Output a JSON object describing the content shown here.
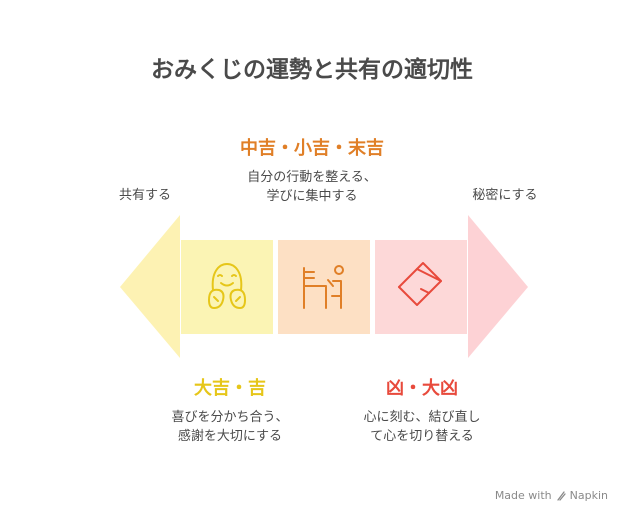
{
  "title": "おみくじの運勢と共有の適切性",
  "spectrum": {
    "left_label": "共有する",
    "right_label": "秘密にする"
  },
  "categories": [
    {
      "heading": "大吉・吉",
      "description": "喜びを分かち合う、\n感謝を大切にする",
      "color": "#e6c619",
      "fill": "#fbf4b4",
      "icon": "hugging-face-icon"
    },
    {
      "heading": "中吉・小吉・末吉",
      "description": "自分の行動を整える、\n学びに集中する",
      "color": "#e07f27",
      "fill": "#fde0c4",
      "icon": "person-at-desk-icon"
    },
    {
      "heading": "凶・大凶",
      "description": "心に刻む、結び直し\nて心を切り替える",
      "color": "#e84a3c",
      "fill": "#fdd8d8",
      "icon": "tied-paper-icon"
    }
  ],
  "colors": {
    "left_arrow": "#fdf2b3",
    "right_arrow": "#fdd2d5",
    "icon_yellow": "#e6c619",
    "icon_orange": "#e07f27",
    "icon_red": "#e84a3c"
  },
  "watermark": {
    "prefix": "Made with",
    "brand": "Napkin"
  }
}
